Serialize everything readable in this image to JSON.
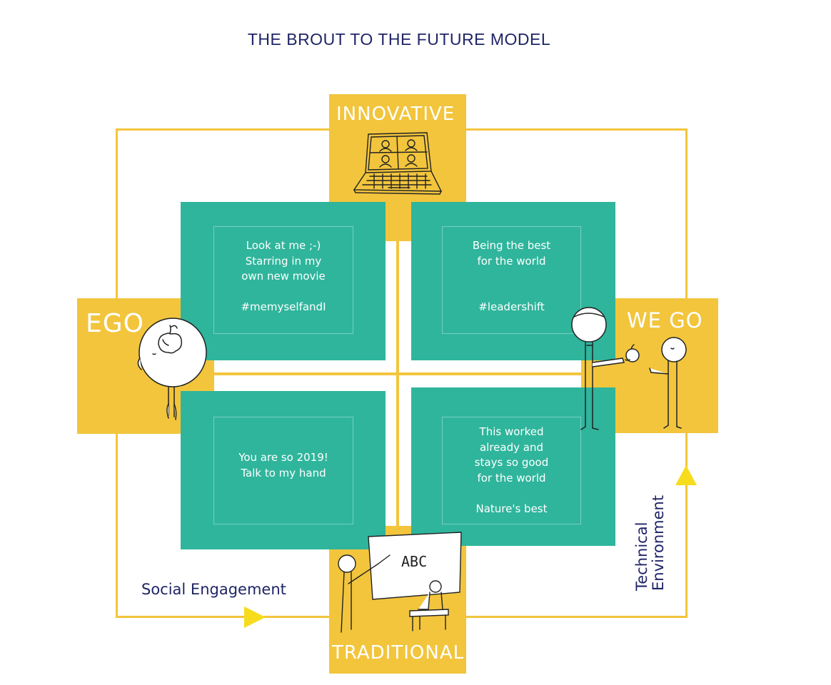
{
  "title": "THE BROUT TO THE FUTURE MODEL",
  "labels": {
    "innovative": "INNOVATIVE",
    "traditional": "TRADITIONAL",
    "ego": "EGO",
    "we_go": "WE GO"
  },
  "quadrants": {
    "top_left": "Look at me ;-)\nStarring in my\nown new movie\n\n#memyselfandI",
    "top_right": "Being the best\nfor the world\n\n\n#leadershift",
    "bottom_left": "You are so 2019!\nTalk to my hand",
    "bottom_right": "This worked\nalready and\nstays so good\nfor the world\n\nNature's best"
  },
  "axes": {
    "x_label": "Social Engagement",
    "y_label": "Technical\nEnvironment"
  },
  "sketch_text": {
    "board": "ABC"
  },
  "icons": {
    "laptop": "laptop-video-call-icon",
    "ego_figure": "apple-head-figure-icon",
    "sharing_figures": "sharing-apple-figures-icon",
    "teacher": "teacher-board-icon"
  },
  "colors": {
    "yellow": "#f2c53d",
    "teal": "#2fb59c",
    "navy": "#1f2566",
    "arrow": "#f7dc1e"
  }
}
